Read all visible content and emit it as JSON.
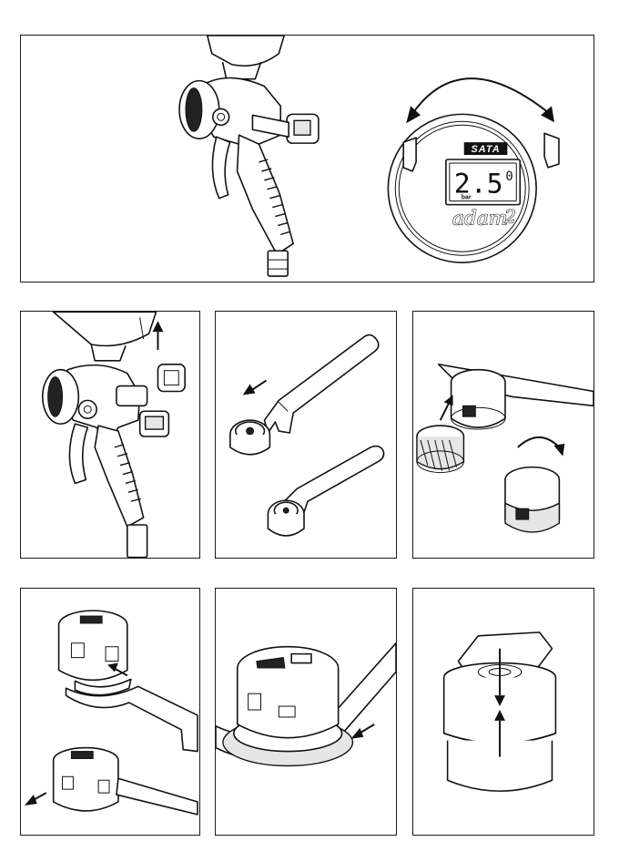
{
  "gauge": {
    "brand": "SATA",
    "reading": "2.5",
    "reading_suffix": "0",
    "unit": "bar",
    "model": "adam",
    "model_number": "2"
  },
  "figures": [
    {
      "id": 1,
      "content": "spray gun with digital gauge and rotating gauge display"
    },
    {
      "id": 2,
      "content": "removing gauge from spray gun"
    },
    {
      "id": 3,
      "content": "opening gauge with wrench"
    },
    {
      "id": 4,
      "content": "unscrewing knurled ring"
    },
    {
      "id": 5,
      "content": "removing battery housing with wrench"
    },
    {
      "id": 6,
      "content": "wrench on knurled ring"
    },
    {
      "id": 7,
      "content": "gauge housing assembly"
    }
  ]
}
